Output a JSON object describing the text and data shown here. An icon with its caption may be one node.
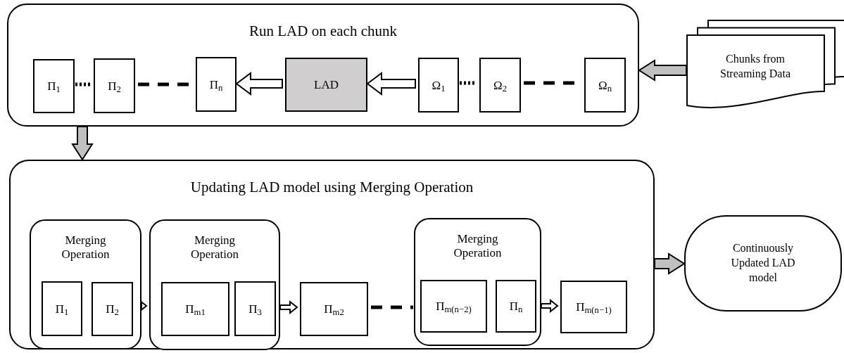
{
  "diagram": {
    "nodes": [
      {
        "text": [
          "Run LAD on each chunk"
        ]
      },
      {
        "text": [
          "Π$_{1}$"
        ],
        "in": 0
      },
      {
        "text": [
          "Π$_{2}$"
        ],
        "in": 0
      },
      {
        "text": [
          "Π$_{n}$"
        ],
        "in": 0
      },
      {
        "text": [
          "LAD"
        ],
        "in": 0
      },
      {
        "text": [
          "Ω$_{1}$"
        ],
        "in": 0
      },
      {
        "text": [
          "Ω$_{2}$"
        ],
        "in": 0
      },
      {
        "text": [
          "Ω$_{n}$"
        ],
        "in": 0
      },
      {
        "text": [
          "Chunks from Streaming Data"
        ]
      },
      {
        "text": [
          "Updating LAD model using Merging Operation"
        ]
      },
      {
        "text": [
          "Merging Operation"
        ],
        "in": 9
      },
      {
        "text": [
          "Π$_{1}$"
        ],
        "in": 10
      },
      {
        "text": [
          "Π$_{2}$"
        ],
        "in": 10
      },
      {
        "text": [
          "Merging Operation"
        ],
        "in": 9
      },
      {
        "text": [
          "Π$_{m1}$"
        ],
        "in": 13
      },
      {
        "text": [
          "Π$_{3}$"
        ],
        "in": 13
      },
      {
        "text": [
          "Π$_{m2}$"
        ],
        "in": 9
      },
      {
        "text": [
          "Merging Operation"
        ],
        "in": 9
      },
      {
        "text": [
          "Π$_{m(n−2)}$"
        ],
        "in": 17
      },
      {
        "text": [
          "Π$_{n}$"
        ],
        "in": 17
      },
      {
        "text": [
          "Π$_{m(n−1)}$"
        ],
        "in": 9
      },
      {
        "text": [
          "Continuously Updated LAD model"
        ]
      }
    ],
    "edges": [
      {
        "from": 1,
        "to": 2,
        "arrow": "none",
        "style": "dashed"
      },
      {
        "from": 2,
        "to": 3,
        "arrow": "none",
        "style": "dashed"
      },
      {
        "from": 4,
        "to": 3,
        "arrow": "to"
      },
      {
        "from": 5,
        "to": 4,
        "arrow": "to"
      },
      {
        "from": 5,
        "to": 6,
        "arrow": "none",
        "style": "dashed"
      },
      {
        "from": 6,
        "to": 7,
        "arrow": "none",
        "style": "dashed"
      },
      {
        "from": 8,
        "to": 0,
        "arrow": "to",
        "style": "thick",
        "color": "#c0c0c0"
      },
      {
        "from": 0,
        "to": 9,
        "arrow": "to",
        "style": "thick",
        "color": "#c0c0c0"
      },
      {
        "from": 10,
        "to": 13,
        "arrow": "to"
      },
      {
        "from": 13,
        "to": 16,
        "arrow": "to"
      },
      {
        "from": 16,
        "to": 18,
        "arrow": "none",
        "style": "dashed"
      },
      {
        "from": 17,
        "to": 20,
        "arrow": "to"
      },
      {
        "from": 9,
        "to": 21,
        "arrow": "to",
        "style": "thick",
        "color": "#c0c0c0"
      }
    ]
  }
}
